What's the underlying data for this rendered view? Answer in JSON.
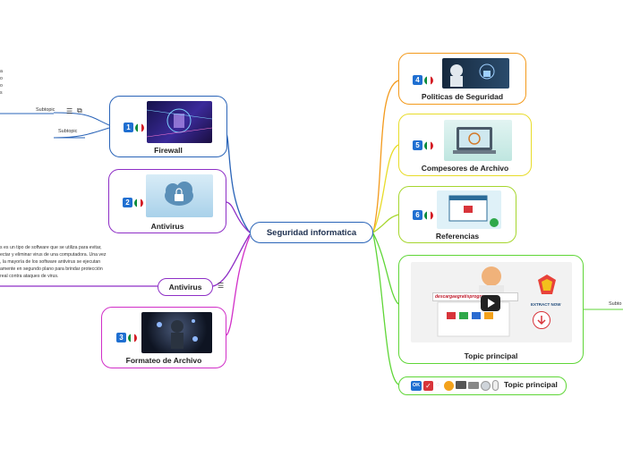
{
  "central_topic": "Seguridad informatica",
  "left_nodes": [
    {
      "label": "Firewall",
      "number": "1"
    },
    {
      "label": "Antivirus",
      "number": "2"
    },
    {
      "label": "Formateo de Archivo",
      "number": "3"
    }
  ],
  "left_antivirus_topic": "Antivirus",
  "right_nodes": [
    {
      "label": "Politicas de Seguridad",
      "number": "4"
    },
    {
      "label": "Compesores de Archivo",
      "number": "5"
    },
    {
      "label": "Referencias",
      "number": "6"
    },
    {
      "label": "Topic principal",
      "thumb_text": "descargaegratisprogramas",
      "thumb_subtext": "EXTRACT NOW"
    },
    {
      "label": "Topic principal",
      "badge": "OK"
    }
  ],
  "subtopics": [
    "Subtopic",
    "Subtopic"
  ],
  "right_edge_subtopic": "Subto",
  "antivirus_note_lines": [
    "s es un tipo de software que se utiliza para evitar,",
    "ectar y eliminar virus de una computadora. Una vez",
    ", la mayoría de los software antivirus se ejecutan",
    "amente en segundo plano para brindar protección",
    "real contra ataques de virus."
  ],
  "firewall_note_lines": [
    "a",
    "o",
    "o",
    "",
    "s"
  ],
  "colors": {
    "blue": "#2a64b8",
    "purple": "#8e2fc6",
    "magenta": "#d12fc8",
    "orange": "#f39a1c",
    "yellow": "#e8dc2a",
    "green": "#5fd637"
  },
  "icons": [
    "notes-icon",
    "link-icon",
    "checkbox-icon",
    "coin-icon",
    "computer-icon",
    "cd-icon",
    "mouse-icon",
    "play-icon",
    "download-icon"
  ]
}
